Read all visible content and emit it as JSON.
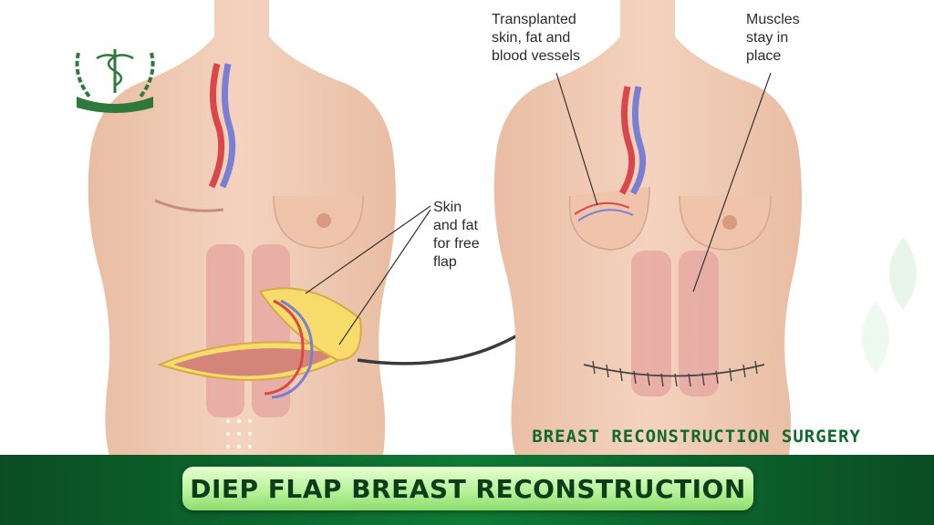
{
  "diagram": {
    "label_left": [
      "Skin",
      "and fat",
      "for  free",
      "flap"
    ],
    "label_right_a": [
      "Transplanted",
      "skin, fat and",
      "blood vessels"
    ],
    "label_right_b": [
      "Muscles",
      "stay in",
      "place"
    ]
  },
  "topic": "BREAST RECONSTRUCTION SURGERY",
  "title": "DIEP FLAP BREAST RECONSTRUCTION",
  "colors": {
    "skin": "#f2cdb6",
    "muscle": "#e6a9a3",
    "fat": "#f7dc6b",
    "artery": "#d9474a",
    "vein": "#7a7fd6",
    "brand_green": "#0f7a36"
  }
}
